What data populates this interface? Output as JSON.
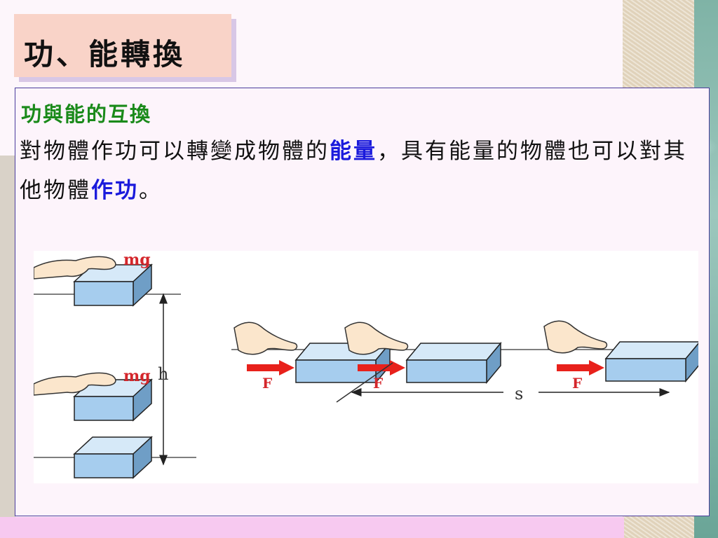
{
  "slide": {
    "title": "功、能轉換",
    "heading": "功與能的互換",
    "text_part1": "對物體作功可以轉變成物體的",
    "highlight1": "能量",
    "text_part2": "，具有能量的物體也可以對其他物體",
    "highlight2": "作功",
    "text_part3": "。"
  },
  "figure": {
    "label_mg_top": "mg",
    "label_mg_mid": "mg",
    "label_h": "h",
    "label_f1": "F",
    "label_f2": "F",
    "label_f3": "F",
    "label_s": "s"
  },
  "colors": {
    "heading": "#1a8a1a",
    "highlight": "#1a1adc",
    "block_face": "#a6cdee",
    "arrow_red": "#e8211b"
  }
}
